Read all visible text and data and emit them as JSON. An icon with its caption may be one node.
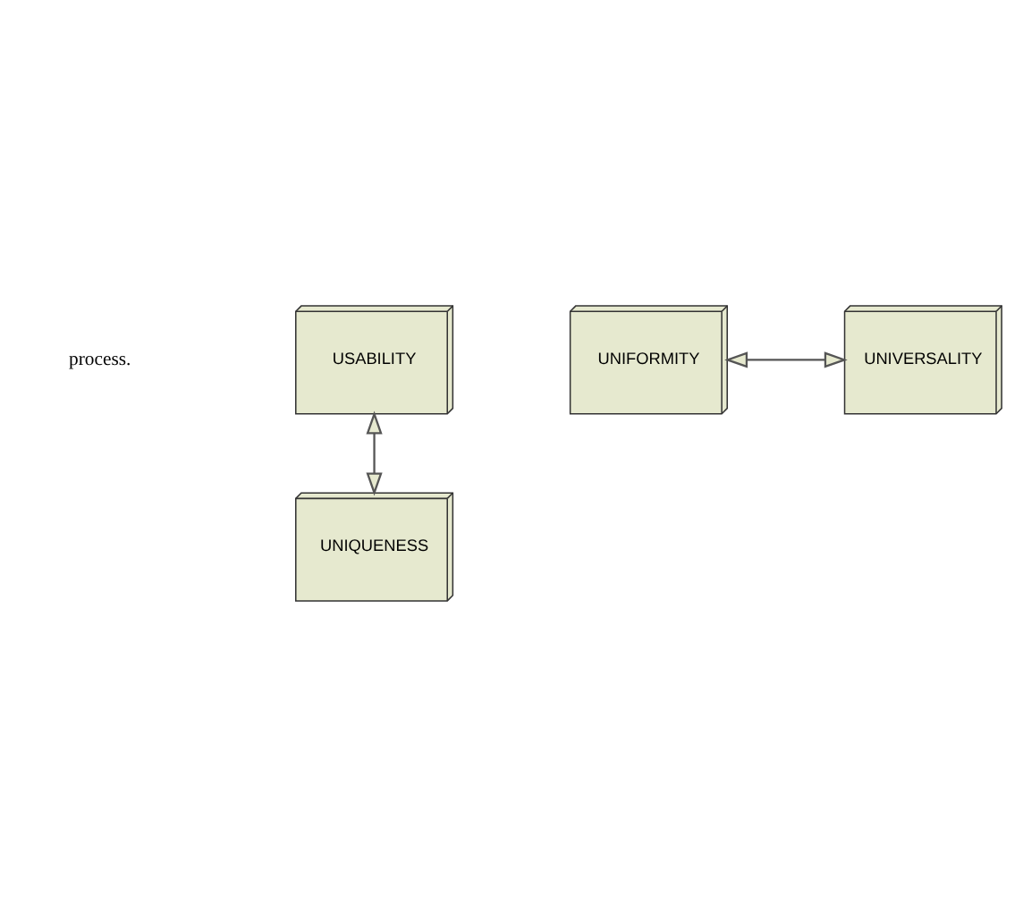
{
  "diagram": {
    "nodes": [
      {
        "text": [
          "USABILITY"
        ]
      },
      {
        "text": [
          "UNIFORMITY"
        ]
      },
      {
        "text": [
          "UNIVERSALITY"
        ]
      },
      {
        "text": [
          "UNIQUENESS"
        ]
      }
    ],
    "edges": [
      {
        "from": 0,
        "to": 3,
        "arrow": "both"
      },
      {
        "from": 1,
        "to": 2,
        "arrow": "both"
      }
    ],
    "labels": [
      "process."
    ]
  }
}
